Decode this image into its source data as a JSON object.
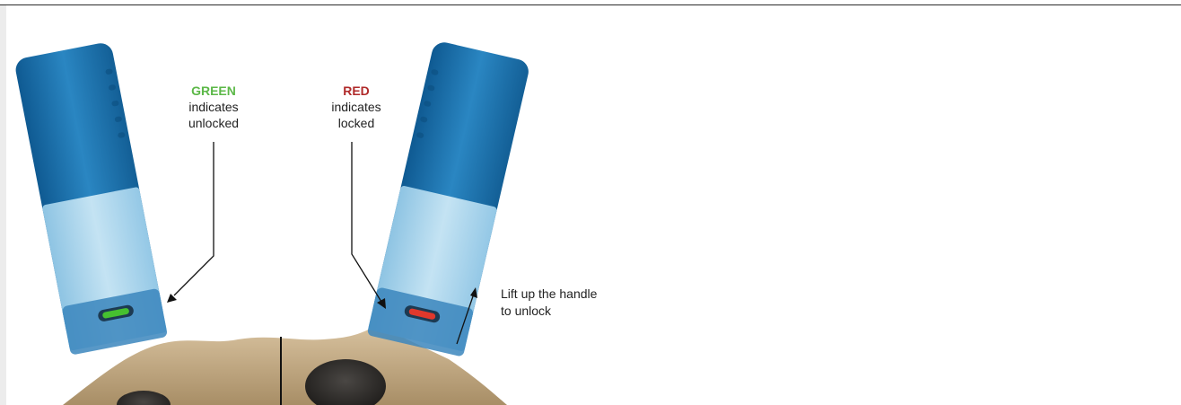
{
  "figure": {
    "unlocked_callout": {
      "keyword": "GREEN",
      "line1": "indicates",
      "line2": "unlocked",
      "color": "#5cb848"
    },
    "locked_callout": {
      "keyword": "RED",
      "line1": "indicates",
      "line2": "locked",
      "color": "#b02a2a"
    },
    "lift_note": {
      "line1": "Lift up the handle",
      "line2": "to unlock"
    },
    "colors": {
      "handle_blue": "#1d6fa8",
      "handle_light": "#a9d3ea",
      "base_bronze": "#c2aa84",
      "indicator_green": "#46c030",
      "indicator_red": "#e0382c"
    }
  }
}
